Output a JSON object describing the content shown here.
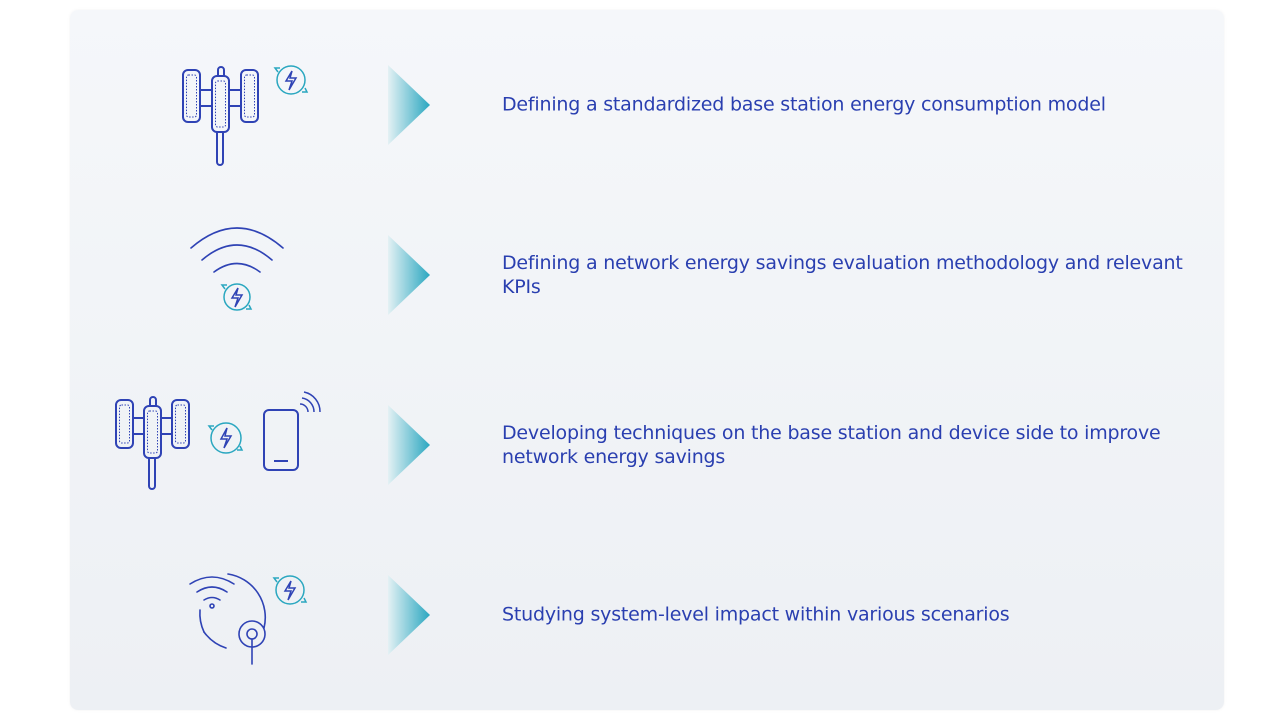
{
  "colors": {
    "text": "#2a3fb0",
    "icon_line": "#2f43b5",
    "icon_accent": "#2aa7c0",
    "arrow_from": "#e4f1f4",
    "arrow_to": "#2aa7c0",
    "card_background": "#f1f4f7"
  },
  "items": [
    {
      "icon": "base-station-energy-icon",
      "text": "Defining a standardized base station energy consumption model"
    },
    {
      "icon": "wifi-energy-icon",
      "text": "Defining a network energy savings evaluation methodology and relevant KPIs"
    },
    {
      "icon": "base-station-device-energy-icon",
      "text": "Developing techniques on the base station and device side to improve network energy savings"
    },
    {
      "icon": "system-level-impact-icon",
      "text": "Studying system-level impact within various scenarios"
    }
  ]
}
